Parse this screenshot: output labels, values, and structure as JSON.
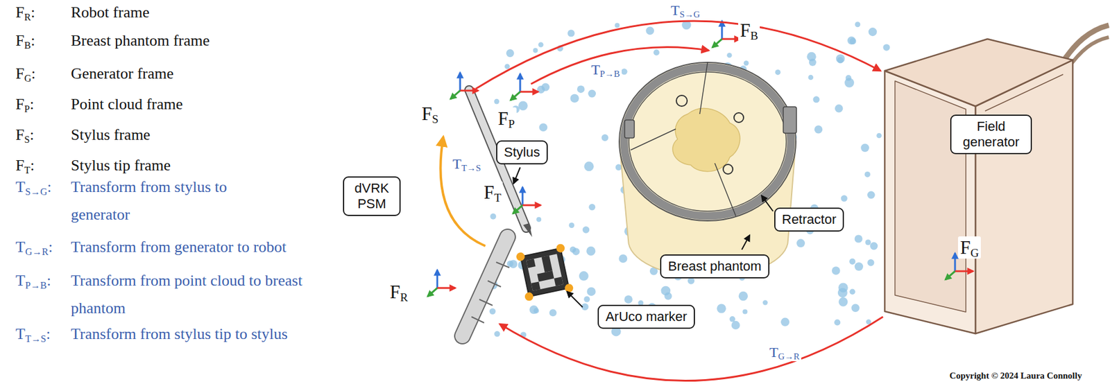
{
  "diagram": {
    "nodes": [
      {
        "text": [
          "Field generator"
        ]
      },
      {
        "text": [
          "Stylus"
        ]
      },
      {
        "text": [
          "dVRK PSM"
        ]
      },
      {
        "text": [
          "Retractor"
        ]
      },
      {
        "text": [
          "Breast phantom"
        ]
      },
      {
        "text": [
          "ArUco marker"
        ]
      }
    ],
    "labels": [
      "FR:",
      "Robot frame",
      "FB:",
      "Breast phantom frame",
      "FG:",
      "Generator frame",
      "FP:",
      "Point cloud frame",
      "FS:",
      "Stylus frame",
      "FT:",
      "Stylus tip frame",
      "TS→G:",
      "Transform from stylus to generator",
      "TG→R:",
      "Transform from generator to robot",
      "TP→B:",
      "Transform from point cloud to breast phantom",
      "TT→S:",
      "Transform from stylus tip to stylus",
      "TS→G",
      "FB",
      "FS",
      "FP",
      "TP→B",
      "TT→S",
      "FT",
      "FR",
      "FG",
      "TG→R",
      "Copyright © 2024 Laura Connolly"
    ]
  }
}
